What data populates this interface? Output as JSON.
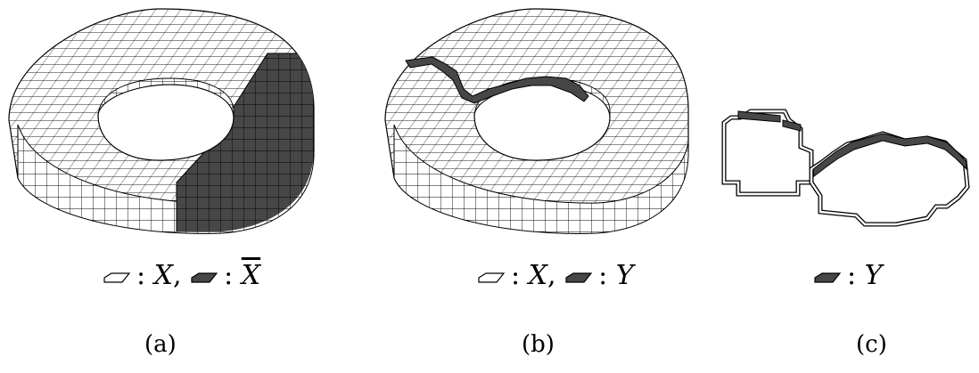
{
  "panels": [
    {
      "id": "a",
      "caption": "(a)",
      "shape": "torus",
      "legend": [
        {
          "swatch": "white",
          "colon": ":",
          "symbol": "X",
          "overline": false,
          "sep": ","
        },
        {
          "swatch": "dark",
          "colon": ":",
          "symbol": "X",
          "overline": true,
          "sep": ""
        }
      ]
    },
    {
      "id": "b",
      "caption": "(b)",
      "shape": "torus-with-cut-band",
      "legend": [
        {
          "swatch": "white",
          "colon": ":",
          "symbol": "X",
          "overline": false,
          "sep": ","
        },
        {
          "swatch": "dark",
          "colon": ":",
          "symbol": "Y",
          "overline": false,
          "sep": ""
        }
      ]
    },
    {
      "id": "c",
      "caption": "(c)",
      "shape": "two-boundary-curves",
      "legend": [
        {
          "swatch": "dark",
          "colon": ":",
          "symbol": "Y",
          "overline": false,
          "sep": ""
        }
      ]
    }
  ],
  "colors": {
    "face_white": "#ffffff",
    "face_dark": "#474747",
    "edge": "#000000"
  }
}
